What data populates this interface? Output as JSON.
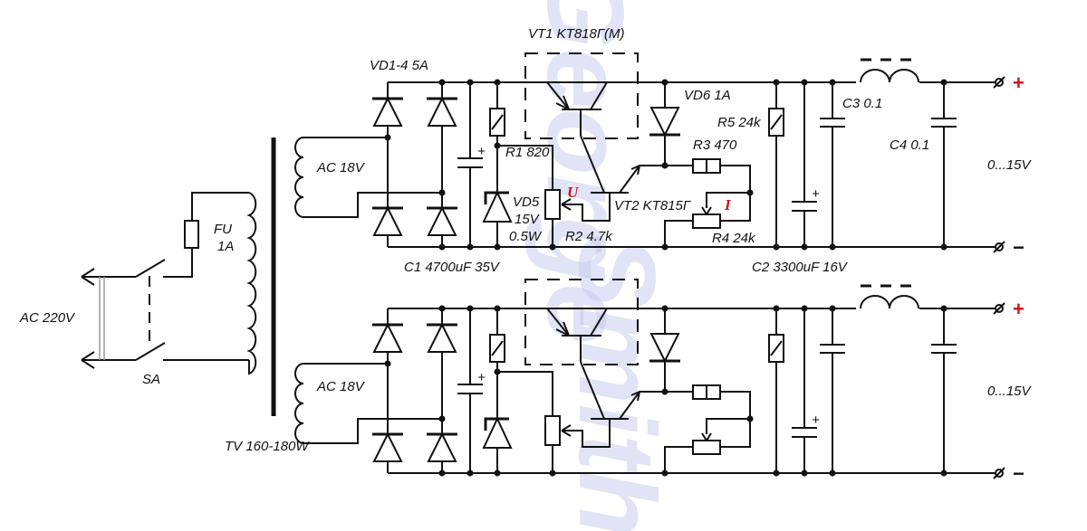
{
  "diagram": {
    "title": "Dual regulated power supply 0...15V",
    "watermark": {
      "line1": "George",
      "line2": "Smith",
      "color": "#c9cdf0"
    },
    "colors": {
      "wire": "#111111",
      "accent": "#d0121b"
    },
    "labels": {
      "vt1": "VT1 KT818Г(M)",
      "vd14": "VD1-4 5A",
      "vd6": "VD6 1A",
      "r5": "R5 24k",
      "c3": "C3 0.1",
      "c4": "C4 0.1",
      "r1": "R1 820",
      "r3": "R3 470",
      "ac18_top": "AC 18V",
      "ac18_bottom": "AC 18V",
      "vd5_1": "VD5",
      "vd5_2": "15V",
      "vd5_3": "0.5W",
      "vt2": "VT2 KT815Г",
      "r2": "R2 4.7k",
      "r4": "R4 24k",
      "u": "U",
      "i": "I",
      "fu_1": "FU",
      "fu_2": "1A",
      "c1": "C1 4700uF 35V",
      "c2": "C2 3300uF 16V",
      "ac220": "AC 220V",
      "sa": "SA",
      "tv": "TV 160-180W",
      "out_top": "0...15V",
      "out_bottom": "0...15V",
      "plus": "+",
      "minus": "−",
      "cap_plus": "+"
    }
  }
}
